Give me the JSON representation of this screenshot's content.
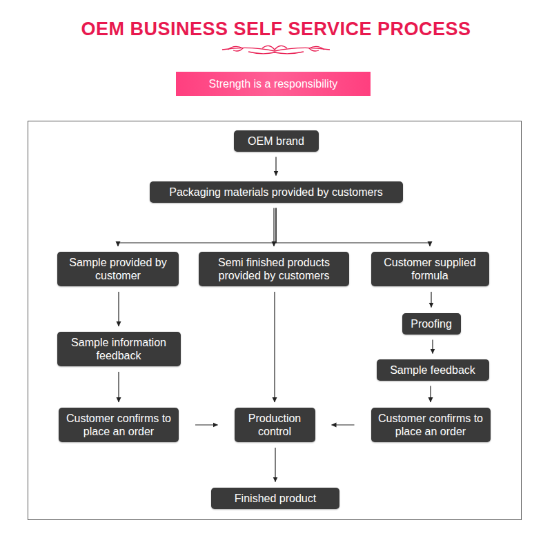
{
  "diagram": {
    "title": "OEM BUSINESS SELF SERVICE PROCESS",
    "nodes": [
      {
        "text": [
          "Strength is a responsibility"
        ]
      },
      {
        "text": [
          "OEM brand"
        ]
      },
      {
        "text": [
          "Packaging materials provided by customers"
        ]
      },
      {
        "text": [
          "Sample provided by customer"
        ]
      },
      {
        "text": [
          "Semi finished products provided by customers"
        ]
      },
      {
        "text": [
          "Customer supplied formula"
        ]
      },
      {
        "text": [
          "Sample information feedback"
        ]
      },
      {
        "text": [
          "Proofing"
        ]
      },
      {
        "text": [
          "Sample feedback"
        ]
      },
      {
        "text": [
          "Customer confirms to place an order"
        ]
      },
      {
        "text": [
          "Production control"
        ]
      },
      {
        "text": [
          "Customer confirms to place an order"
        ]
      },
      {
        "text": [
          "Finished product"
        ]
      }
    ],
    "edges": [
      {
        "from": 1,
        "to": 2,
        "arrow": "to"
      },
      {
        "from": 2,
        "to": 3,
        "arrow": "to"
      },
      {
        "from": 2,
        "to": 4,
        "arrow": "to"
      },
      {
        "from": 2,
        "to": 5,
        "arrow": "to"
      },
      {
        "from": 3,
        "to": 6,
        "arrow": "to"
      },
      {
        "from": 6,
        "to": 9,
        "arrow": "to"
      },
      {
        "from": 4,
        "to": 10,
        "arrow": "to"
      },
      {
        "from": 5,
        "to": 7,
        "arrow": "to"
      },
      {
        "from": 7,
        "to": 8,
        "arrow": "to"
      },
      {
        "from": 8,
        "to": 11,
        "arrow": "to"
      },
      {
        "from": 9,
        "to": 10,
        "arrow": "to"
      },
      {
        "from": 11,
        "to": 10,
        "arrow": "to"
      },
      {
        "from": 10,
        "to": 12,
        "arrow": "to"
      }
    ]
  }
}
